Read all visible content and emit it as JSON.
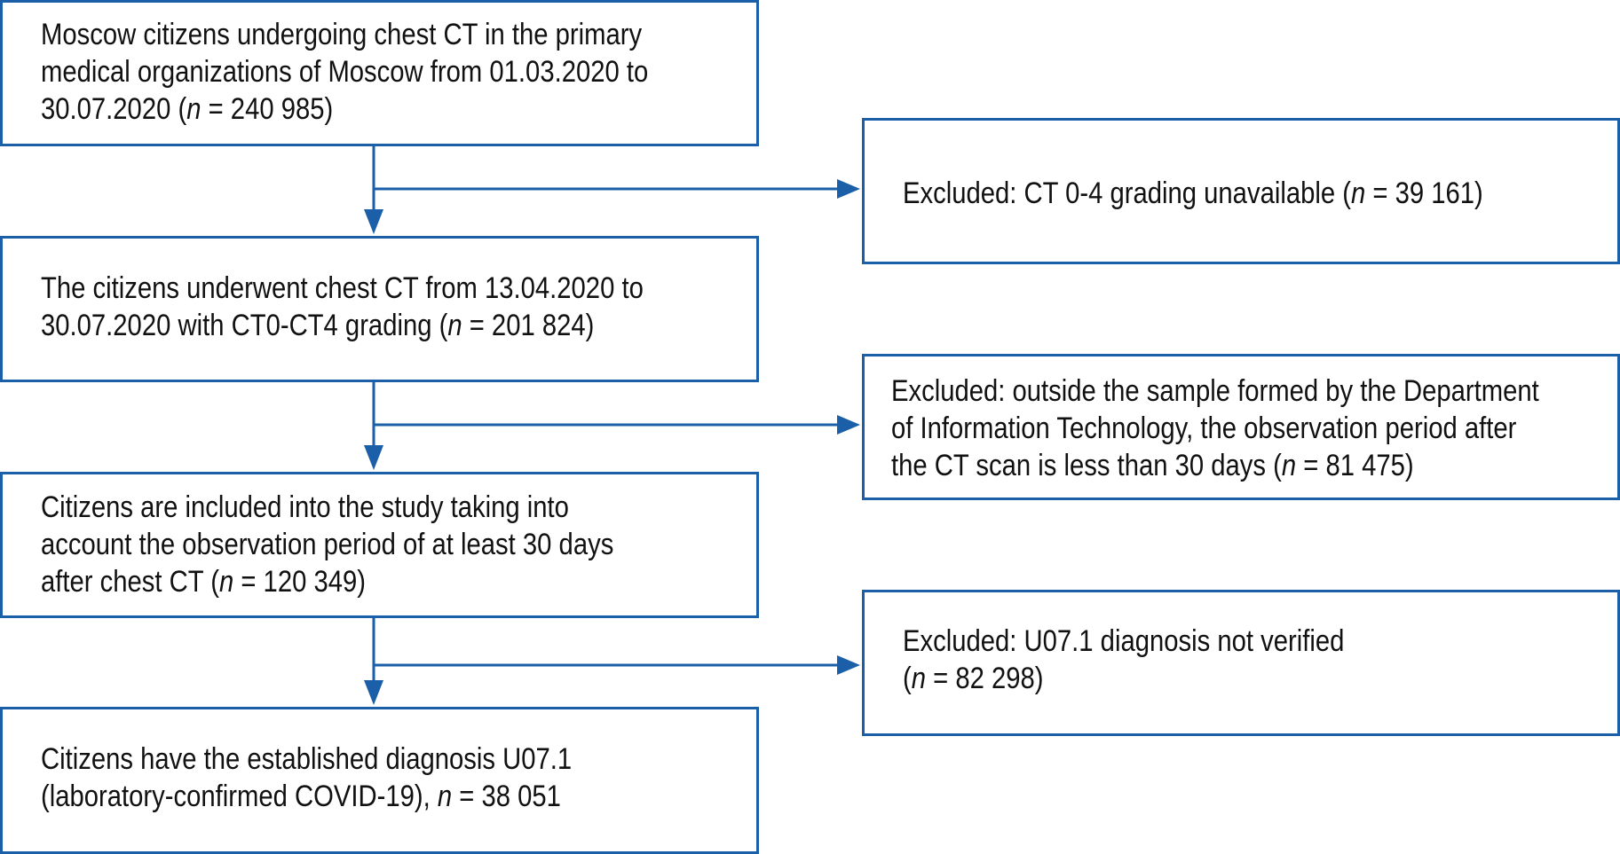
{
  "diagram": {
    "main_boxes": [
      {
        "lines": [
          "Moscow citizens undergoing chest CT in the primary",
          "medical organizations of Moscow from 01.03.2020 to"
        ],
        "last_prefix": "30.07.2020 (",
        "n_label": "n",
        "last_suffix": " = 240 985)"
      },
      {
        "lines": [
          "The citizens underwent chest CT from 13.04.2020 to"
        ],
        "last_prefix": "30.07.2020 with CT0-CT4 grading (",
        "n_label": "n",
        "last_suffix": " = 201 824)"
      },
      {
        "lines": [
          "Citizens are included into the study taking into",
          "account the observation period of at least 30 days"
        ],
        "last_prefix": "after chest CT (",
        "n_label": "n",
        "last_suffix": " = 120 349)"
      },
      {
        "lines": [
          "Citizens have the established diagnosis U07.1"
        ],
        "last_prefix": "(laboratory-confirmed COVID-19), ",
        "n_label": "n",
        "last_suffix": " = 38 051"
      }
    ],
    "excluded_boxes": [
      {
        "lines": [],
        "last_prefix": "Excluded: CT 0-4 grading unavailable  (",
        "n_label": "n",
        "last_suffix": " = 39 161)"
      },
      {
        "lines": [
          "Excluded: outside the sample formed by the Department",
          "of Information Technology, the observation period after"
        ],
        "last_prefix": "the CT scan is less than 30 days (",
        "n_label": "n",
        "last_suffix": " = 81 475)"
      },
      {
        "lines": [
          "Excluded: U07.1 diagnosis not verified"
        ],
        "last_prefix": "(",
        "n_label": "n",
        "last_suffix": " = 82 298)"
      }
    ],
    "colors": {
      "border": "#1a5fa8",
      "arrow": "#1a5fa8",
      "text": "#111111"
    }
  }
}
